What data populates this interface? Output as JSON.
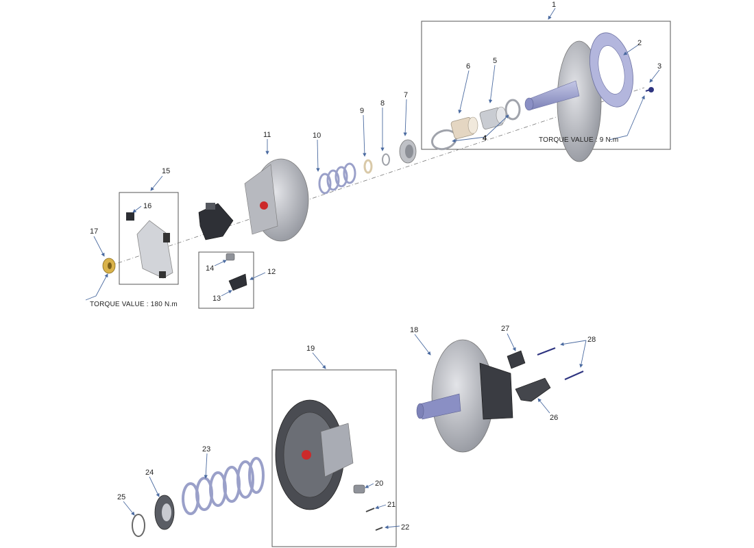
{
  "callouts": {
    "c1": "1",
    "c2": "2",
    "c3": "3",
    "c4": "4",
    "c5": "5",
    "c6": "6",
    "c7": "7",
    "c8": "8",
    "c9": "9",
    "c10": "10",
    "c11": "11",
    "c12": "12",
    "c13": "13",
    "c14": "14",
    "c15": "15",
    "c16": "16",
    "c17": "17",
    "c18": "18",
    "c19": "19",
    "c20": "20",
    "c21": "21",
    "c22": "22",
    "c23": "23",
    "c24": "24",
    "c25": "25",
    "c26": "26",
    "c27": "27",
    "c28": "28"
  },
  "torque": {
    "bolt_3": "TORQUE VALUE : 9 N.m",
    "nut_17": "TORQUE VALUE : 180 N.m"
  },
  "colors": {
    "part_gray": "#a9acb4",
    "part_dark": "#3a3c42",
    "part_blue": "#8a8fc4",
    "part_red": "#cc2a2a",
    "part_gold": "#d9b24a",
    "leader": "#4a6aa0"
  }
}
